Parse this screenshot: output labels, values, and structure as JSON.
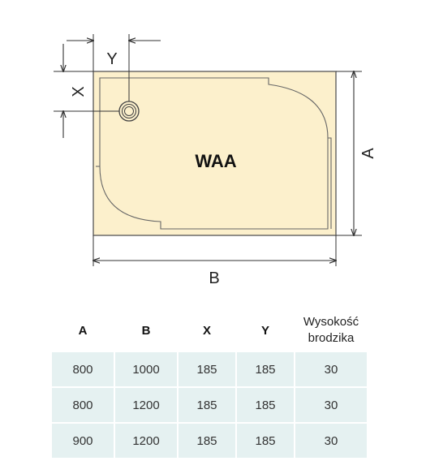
{
  "colors": {
    "tray_fill": "#fcf0cc",
    "outline": "#555555",
    "dimension_line": "#333333",
    "table_cell": "#e5f1f1"
  },
  "drawing": {
    "model_label": "WAA",
    "dim_A": "A",
    "dim_B": "B",
    "dim_X": "X",
    "dim_Y": "Y",
    "drain_icon": "drain-icon"
  },
  "table": {
    "headers": {
      "a": "A",
      "b": "B",
      "x": "X",
      "y": "Y",
      "height_line1": "Wysokość",
      "height_line2": "brodzika"
    },
    "rows": [
      [
        "800",
        "1000",
        "185",
        "185",
        "30"
      ],
      [
        "800",
        "1200",
        "185",
        "185",
        "30"
      ],
      [
        "900",
        "1200",
        "185",
        "185",
        "30"
      ]
    ]
  }
}
